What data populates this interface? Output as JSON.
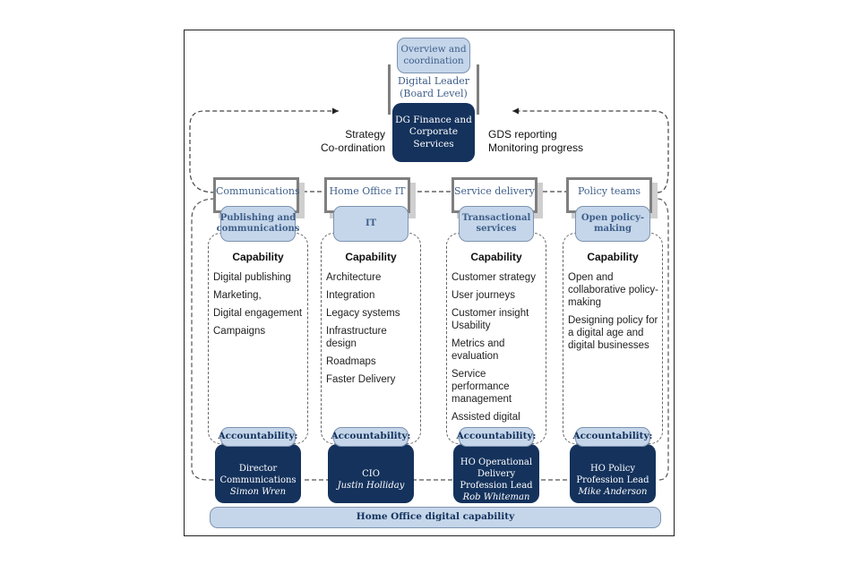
{
  "top": {
    "overview": "Overview and coordination",
    "leader": "Digital Leader (Board Level)",
    "dg": "DG Finance and Corporate Services"
  },
  "left_flow": [
    "Strategy",
    "Co-ordination"
  ],
  "right_flow": [
    "GDS reporting",
    "Monitoring progress"
  ],
  "columns": [
    {
      "team": "Communications",
      "function": "Publishing and communications",
      "capability_title": "Capability",
      "capabilities": [
        "Digital publishing",
        "Marketing,",
        "Digital engagement",
        "Campaigns"
      ],
      "accountability_label": "Accountability:",
      "role": "Director Communications",
      "person": "Simon Wren"
    },
    {
      "team": "Home Office IT",
      "function": "IT",
      "capability_title": "Capability",
      "capabilities": [
        "Architecture",
        "Integration",
        "Legacy systems",
        "Infrastructure design",
        "Roadmaps",
        "Faster Delivery"
      ],
      "accountability_label": "Accountability:",
      "role": "CIO",
      "person": "Justin Holliday"
    },
    {
      "team": "Service delivery",
      "function": "Transactional services",
      "capability_title": "Capability",
      "capabilities": [
        "Customer strategy",
        "User journeys",
        "Customer insight Usability",
        "Metrics and evaluation",
        "Service performance management",
        "Assisted digital"
      ],
      "accountability_label": "Accountability:",
      "role": "HO Operational Delivery Profession Lead",
      "person": "Rob Whiteman"
    },
    {
      "team": "Policy teams",
      "function": "Open policy-making",
      "capability_title": "Capability",
      "capabilities": [
        "Open and collaborative policy-making",
        "Designing policy for a digital age and digital businesses"
      ],
      "accountability_label": "Accountability:",
      "role": "HO Policy Profession Lead",
      "person": "Mike Anderson"
    }
  ],
  "footer": "Home Office digital capability",
  "colors": {
    "dark_navy": "#14325c",
    "light_blue": "#c5d6ea",
    "text_blue": "#3f5f8a"
  }
}
